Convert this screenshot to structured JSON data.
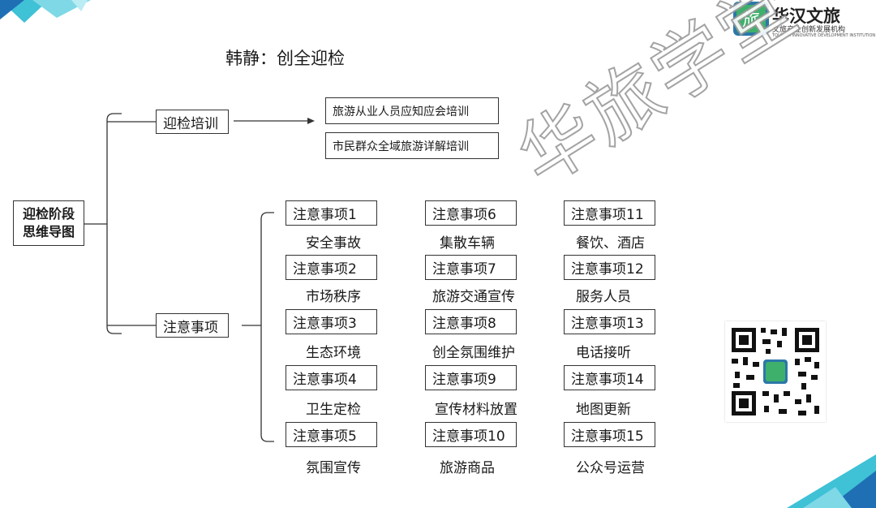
{
  "title": "韩静：创全迎检",
  "root": {
    "line1": "迎检阶段",
    "line2": "思维导图"
  },
  "branches": {
    "training": "迎检培训",
    "notes": "注意事项"
  },
  "training_items": [
    "旅游从业人员应知应会培训",
    "市民群众全域旅游详解培训"
  ],
  "notes_grid": [
    [
      {
        "label": "注意事项1",
        "desc": "安全事故"
      },
      {
        "label": "注意事项2",
        "desc": "市场秩序"
      },
      {
        "label": "注意事项3",
        "desc": "生态环境"
      },
      {
        "label": "注意事项4",
        "desc": "卫生定检"
      },
      {
        "label": "注意事项5",
        "desc": "氛围宣传"
      }
    ],
    [
      {
        "label": "注意事项6",
        "desc": "集散车辆"
      },
      {
        "label": "注意事项7",
        "desc": "旅游交通宣传"
      },
      {
        "label": "注意事项8",
        "desc": "创全氛围维护"
      },
      {
        "label": "注意事项9",
        "desc": "宣传材料放置"
      },
      {
        "label": "注意事项10",
        "desc": "旅游商品"
      }
    ],
    [
      {
        "label": "注意事项11",
        "desc": "餐饮、酒店"
      },
      {
        "label": "注意事项12",
        "desc": "服务人员"
      },
      {
        "label": "注意事项13",
        "desc": "电话接听"
      },
      {
        "label": "注意事项14",
        "desc": "地图更新"
      },
      {
        "label": "注意事项15",
        "desc": "公众号运营"
      }
    ]
  ],
  "watermark": "华旅学堂",
  "brand": {
    "name": "华汉文旅",
    "tagline": "文旅产业创新发展机构",
    "english": "TOURISM INNOVATIVE DEVELOPMENT INSTITUTION"
  },
  "colors": {
    "accent_teal": "#3fc1d6",
    "accent_blue": "#1f6fb5",
    "line": "#333333"
  }
}
